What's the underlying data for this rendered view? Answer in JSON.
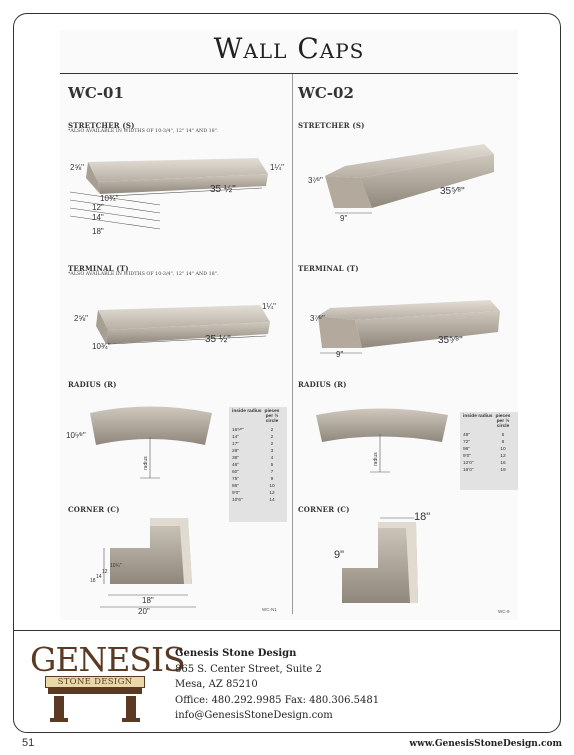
{
  "title": "Wall Caps",
  "wc01": {
    "heading": "WC-01",
    "stretcher_label": "STRETCHER (S)",
    "stretcher_note": "*ALSO AVAILABLE IN WIDTHS OF 10-3/4\", 12\" 14\" AND 18\".",
    "stretcher_dims": {
      "h_left": "2⅝\"",
      "h_right": "1¼\"",
      "width": "10¾\"",
      "length": "35 ½\"",
      "w12": "12\"",
      "w14": "14\"",
      "w18": "18\""
    },
    "terminal_label": "TERMINAL (T)",
    "terminal_note": "*ALSO AVAILABLE IN WIDTHS OF 10-3/4\", 12\" 14\" AND 18\".",
    "terminal_dims": {
      "h_left": "2⅝\"",
      "h_right": "1¼\"",
      "width": "10¾\"",
      "length": "35 ½\""
    },
    "radius_label": "RADIUS (R)",
    "radius_dims": {
      "width": "10⁵⁄⁸\"",
      "radius": "radius"
    },
    "radius_table": {
      "headers": [
        "inside radius",
        "pieces per ½ circle"
      ],
      "rows": [
        [
          "16⁵⁄⁸\"",
          "2"
        ],
        [
          "14\"",
          "2"
        ],
        [
          "17\"",
          "2"
        ],
        [
          "28\"",
          "3"
        ],
        [
          "38\"",
          "4"
        ],
        [
          "46\"",
          "5"
        ],
        [
          "60\"",
          "7"
        ],
        [
          "75\"",
          "9"
        ],
        [
          "86\"",
          "10"
        ],
        [
          "9'0\"",
          "12"
        ],
        [
          "10'6\"",
          "14"
        ]
      ]
    },
    "corner_label": "CORNER (C)",
    "corner_dims": {
      "d1": "10¾\"",
      "d2": "12",
      "d3": "14",
      "d4": "18",
      "w18": "18\"",
      "w20": "20\""
    },
    "code": "WC-N1"
  },
  "wc02": {
    "heading": "WC-02",
    "stretcher_label": "STRETCHER (S)",
    "stretcher_dims": {
      "h": "3⁷⁄⁸\"",
      "width": "9\"",
      "length": "35⁵⁄⁸\""
    },
    "terminal_label": "TERMINAL (T)",
    "terminal_dims": {
      "h": "3⁷⁄⁸\"",
      "width": "9\"",
      "length": "35⁵⁄⁸\""
    },
    "radius_label": "RADIUS (R)",
    "radius_dims": {
      "radius": "radius"
    },
    "radius_table": {
      "headers": [
        "inside radius",
        "pieces per ½ circle"
      ],
      "rows": [
        [
          "48\"",
          "5"
        ],
        [
          "72\"",
          "8"
        ],
        [
          "96\"",
          "10"
        ],
        [
          "9'0\"",
          "12"
        ],
        [
          "12'0\"",
          "16"
        ],
        [
          "16'0\"",
          "19"
        ]
      ]
    },
    "corner_label": "CORNER (C)",
    "corner_dims": {
      "w18": "18\"",
      "w9": "9\""
    },
    "code": "WC-9"
  },
  "logo": {
    "word": "GENESIS",
    "sub": "STONE DESIGN",
    "brown": "#5a3a22",
    "gold": "#e9d8a8"
  },
  "company": {
    "name": "Genesis Stone Design",
    "address1": "865 S. Center Street, Suite 2",
    "address2": "Mesa, AZ 85210",
    "phone": "Office: 480.292.9985  Fax: 480.306.5481",
    "email": "info@GenesisStoneDesign.com"
  },
  "page_number": "51",
  "website": "www.GenesisStoneDesign.com"
}
